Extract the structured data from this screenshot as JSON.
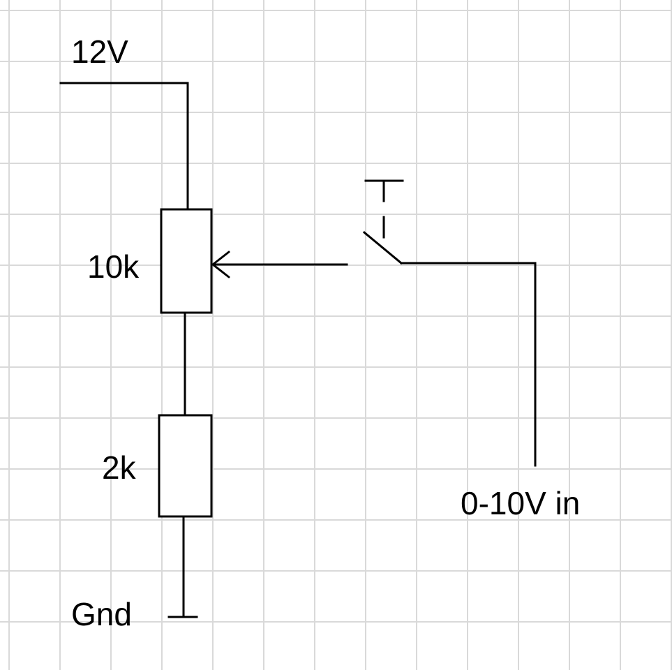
{
  "labels": {
    "supply": "12V",
    "potentiometer": "10k",
    "resistor": "2k",
    "ground": "Gnd",
    "input": "0-10V in"
  },
  "colors": {
    "ink": "#000000",
    "grid": "#d9d9d9",
    "background": "#ffffff"
  },
  "components": [
    {
      "kind": "supply-line",
      "label_key": "supply"
    },
    {
      "kind": "potentiometer",
      "label_key": "potentiometer"
    },
    {
      "kind": "resistor",
      "label_key": "resistor"
    },
    {
      "kind": "ground",
      "label_key": "ground"
    },
    {
      "kind": "push-switch-normally-open"
    },
    {
      "kind": "input-terminal",
      "label_key": "input"
    }
  ]
}
